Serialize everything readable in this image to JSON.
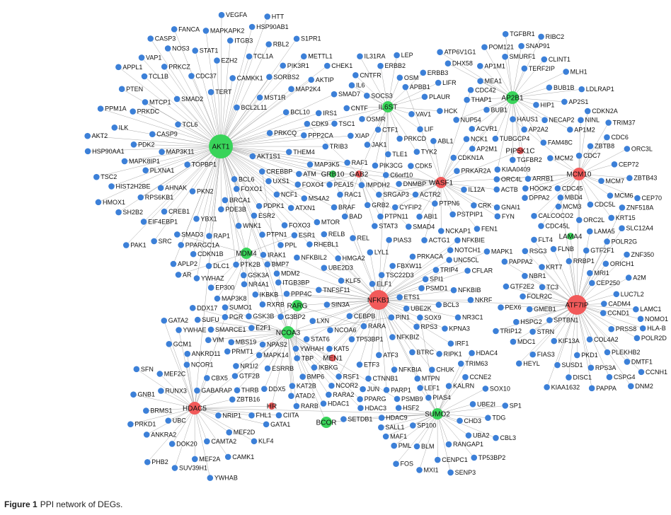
{
  "colors": {
    "gene": "#3c80d8",
    "hub_green": "#39d45a",
    "hub_red": "#f25a5a",
    "edge": "#8a8a8a"
  },
  "network": {
    "hubs": [
      {
        "label": "AKT1",
        "color": "hub_green",
        "size": "large",
        "neighbors": [
          "AKT1S1",
          "TOPBP1",
          "BCL2L11",
          "FOXO1",
          "TCL6",
          "PRKCQ",
          "PKN2",
          "TERT",
          "UXS1",
          "MAP3K11",
          "MST1R",
          "PDE3B",
          "SMAD2",
          "THEM4",
          "AHNAK",
          "CAMKK1",
          "PDPK1",
          "CASP9",
          "BCL10",
          "YBX1",
          "CDC37",
          "FOXO4",
          "PLXNA1",
          "SORBS2",
          "WNK1",
          "MTCP1",
          "PPP2CA",
          "CREB1",
          "EZH2",
          "ATXN1",
          "PDK2",
          "MAP2K4",
          "RAP1",
          "PRKCZ",
          "MAP3K5",
          "RPS6KB1",
          "TCL1A",
          "PTPN1",
          "PRKDC",
          "IRS1",
          "PPARGC1A",
          "STAT1",
          "MS4A2",
          "MAPK8IP1",
          "PIK3R1",
          "PTK2B",
          "TCL1B",
          "TRIB3",
          "EIF4EBP1",
          "ITGB3",
          "FOXO3",
          "ILK",
          "AKTIP",
          "CDKN1B",
          "NOS3",
          "PEA15",
          "HIST2H2BE",
          "RBL2",
          "IRAK1",
          "PTEN",
          "TSC1",
          "SRC",
          "MAPKAPK2",
          "MTOR",
          "HSP90AA1",
          "METTL1",
          "DLC1",
          "VAP1",
          "RAF1",
          "SH2B2",
          "HSP90AB1",
          "PPL",
          "PPM1A",
          "SMAD7",
          "APLP2",
          "FANCA",
          "BRAF",
          "TSC2",
          "S1PR1",
          "GSK3A",
          "APPL1",
          "XIAP",
          "PAK1",
          "VEGFA",
          "RHEBL1",
          "AKT2",
          "CHEK1",
          "YWHAZ",
          "CASP3",
          "IMPDH2",
          "HMOX1",
          "HTT",
          "MDM2"
        ]
      },
      {
        "label": "IL6ST",
        "color": "hub_green",
        "size": "medium",
        "neighbors": [
          "VAV1",
          "OSMR",
          "OSM",
          "PRKCD",
          "IL6",
          "PLAUR",
          "JAK1",
          "ERBB2",
          "LIF",
          "CNTF",
          "ERBB3",
          "TLE1",
          "CNTFR",
          "HCK",
          "CTF1",
          "LEP",
          "TYK2",
          "SOCS3",
          "LIFR",
          "PIK3CG",
          "IL31RA"
        ]
      },
      {
        "label": "AP2B1",
        "color": "hub_green",
        "size": "medium",
        "neighbors": [
          "HIP1",
          "BUB1",
          "TERF2IP",
          "AP2A2",
          "MEA1",
          "BUB1B",
          "TUBGCP4",
          "SMURF1",
          "NECAP2",
          "THAP1",
          "CLINT1",
          "TGFBR2",
          "AP1M1",
          "AP2S1",
          "ACVR1",
          "SNAP91",
          "FAM48C",
          "DHX58",
          "MLH1",
          "KIAA0409",
          "POM121",
          "AP1M2",
          "NUP54",
          "RIBC2",
          "ARRB1",
          "ATP6V1G1",
          "LDLRAP1",
          "AP2M1",
          "TGFBR1"
        ]
      },
      {
        "label": "MCM10",
        "color": "hub_red",
        "size": "medium",
        "neighbors": [
          "MCM7",
          "CDC45",
          "ZBTB8",
          "CDC5L",
          "MCM2",
          "CEP72",
          "MCM3",
          "NINL",
          "MCM6",
          "HOOK2",
          "CDC6",
          "ORC2L",
          "CDC7",
          "ZBTB43",
          "CALCOCO2",
          "CDKN2A",
          "KRT15",
          "ORC4L",
          "ORC3L",
          "CDC45L",
          "HAUS1",
          "CEP70",
          "DPPA2",
          "TRIM37"
        ]
      },
      {
        "label": "WASF1",
        "color": "hub_red",
        "size": "medium",
        "neighbors": [
          "IL12A",
          "ACTR2",
          "CDKN1A",
          "PSTPIP1",
          "CDK5",
          "PRKAR2A",
          "ABI1",
          "ABL1",
          "CRK",
          "DNMBP",
          "NCK1",
          "NCKAP1",
          "C6orf10",
          "GNAI1",
          "CYFIP2",
          "CDC42",
          "FEN1",
          "SRGAP3",
          "ACTB",
          "ACTG1",
          "APBB1",
          "FYN"
        ]
      },
      {
        "label": "PIP5K1C",
        "color": "hub_red",
        "size": "small",
        "neighbors": []
      },
      {
        "label": "GAB2",
        "color": "hub_red",
        "size": "small",
        "neighbors": [
          "GRB2",
          "RAC1",
          "PTPN11",
          "STAT3",
          "ATM",
          "PTPN6",
          "BAD",
          "CDK9",
          "SMAD4",
          "NCF1"
        ]
      },
      {
        "label": "GRB10",
        "color": "hub_green",
        "size": "small",
        "neighbors": []
      },
      {
        "label": "NFKB1",
        "color": "hub_red",
        "size": "large",
        "neighbors": [
          "UBE2K",
          "CEBPB",
          "FBXW11",
          "NFKBIZ",
          "KLF5",
          "PSMD1",
          "TP53BP1",
          "LYL1",
          "RPS3",
          "SIN3A",
          "PRKACA",
          "ATF3",
          "HMGA2",
          "BCL3",
          "NCOA6",
          "PIAS3",
          "BTRC",
          "TNFSF11",
          "TRIP4",
          "ETF3",
          "REL",
          "KPNA3",
          "LXN",
          "NOTCH1",
          "NFKBIA",
          "UBE2D3",
          "NFKBIB",
          "KAT5",
          "TSC22D3",
          "RIPK1",
          "PPP4C",
          "UNC5CL",
          "CTNNB1",
          "RELB",
          "NR3C1",
          "STAT6",
          "NFKBIE",
          "MTPN",
          "NFKBIL2",
          "CFLAR",
          "RSF1",
          "ELF1",
          "IRF1",
          "G3BP2",
          "SPI1",
          "PARP1",
          "ITGB3BP",
          "NKRF",
          "IKBKG",
          "ETS1",
          "CHUK",
          "IKBKB",
          "MAPK1"
        ]
      },
      {
        "label": "ATF7IP",
        "color": "hub_red",
        "size": "large",
        "neighbors": [
          "CCND1",
          "SPTBN1",
          "MRI1",
          "COL4A2",
          "TC3",
          "LUC7L2",
          "KIF13A",
          "RRBP1",
          "PRSS8",
          "GMEB1",
          "ORICH1",
          "PKD1",
          "KRT7",
          "LAMC1",
          "STRN",
          "GTF2F1",
          "PLEKHB2",
          "FOLR2C",
          "A2M",
          "SUSD1",
          "FLNB",
          "POLR2D",
          "HSPG2",
          "POLR2G",
          "RPS3A",
          "NBR1",
          "NOMO1",
          "FIAS3",
          "LAMA5",
          "DMTF1",
          "PEX6",
          "ZNF350",
          "DISC1",
          "FLT4",
          "HLA-B",
          "MDC1",
          "SLC12A4",
          "CSPG4",
          "GTF2E2",
          "CADM4",
          "KIAA1632",
          "RSG3",
          "CCNH1",
          "TRIP12",
          "ZNF518A",
          "PAPPA",
          "PAPPA2",
          "CEP250",
          "HEYL",
          "MBD4",
          "DNM2"
        ]
      },
      {
        "label": "LAMA4",
        "color": "hub_green",
        "size": "small",
        "neighbors": []
      },
      {
        "label": "MDM4",
        "color": "hub_green",
        "size": "medium",
        "neighbors": [
          "NR4A1",
          "EP300",
          "ESR2",
          "RXRB",
          "SMAD3",
          "ESR1",
          "MAP3K8",
          "BRCA1",
          "GSK3B",
          "AR"
        ]
      },
      {
        "label": "RARG",
        "color": "hub_green",
        "size": "medium",
        "neighbors": [
          "YWHAH",
          "E2F1",
          "RARA"
        ]
      },
      {
        "label": "NCOA3",
        "color": "hub_green",
        "size": "medium",
        "neighbors": [
          "TBP",
          "NPAS2",
          "MAPK14",
          "BMP6",
          "SUMO1",
          "NCOR2",
          "ESRRB",
          "BMP7",
          "RARA2",
          "MBS19",
          "PIN1",
          "KAT2B",
          "PGR",
          "PPARG",
          "NR1I2",
          "SMARCE1",
          "HDAC1",
          "PRMT1",
          "ATAD2",
          "DDX5",
          "DDX17",
          "HDAC3",
          "GTF2B",
          "CREBBP",
          "RARB",
          "SUFU",
          "PSMB9",
          "THRB",
          "BCL6",
          "JUN",
          "VIM"
        ]
      },
      {
        "label": "MEN1",
        "color": "hub_red",
        "size": "small",
        "neighbors": []
      },
      {
        "label": "HR",
        "color": "hub_red",
        "size": "small",
        "neighbors": []
      },
      {
        "label": "BCOR",
        "color": "hub_green",
        "size": "medium",
        "neighbors": []
      },
      {
        "label": "SUMO2",
        "color": "hub_green",
        "size": "medium",
        "neighbors": [
          "CHD3",
          "SP100",
          "KALRN",
          "RANGAP1",
          "HSF2",
          "UBE2I",
          "BLM",
          "LEF1",
          "UBA2",
          "HDAC9",
          "CCNE2",
          "CENPC1",
          "PIAS4",
          "TDG",
          "PML",
          "TRIM63",
          "TP53BP2",
          "SALL1",
          "SOX10",
          "MXI1",
          "SOX9",
          "CBL3",
          "MAF1",
          "HDAC4",
          "SENP3",
          "SETDB1",
          "SP1",
          "FOS"
        ]
      },
      {
        "label": "HDAC5",
        "color": "hub_red",
        "size": "medium",
        "neighbors": [
          "NRIP1",
          "UBC",
          "CBX5",
          "CAMTA2",
          "RUNX3",
          "ZBTB16",
          "DOK20",
          "NCOR1",
          "MEF2D",
          "BRMS1",
          "GABARAP",
          "MEF2A",
          "MEF2C",
          "FHL1",
          "ANKRA2",
          "ANKRD11",
          "CAMK1",
          "GNB1",
          "CIITA",
          "SUV39H1",
          "GCM1",
          "KLF4",
          "PRKD1",
          "YWHAE",
          "YWHAB",
          "SFN",
          "GATA1",
          "PHB2",
          "GATA2"
        ]
      }
    ],
    "links": [
      [
        "AKT1",
        "NFKB1"
      ],
      [
        "AKT1",
        "GRB10"
      ],
      [
        "AKT1",
        "IL6ST"
      ],
      [
        "AKT1",
        "MDM4"
      ],
      [
        "AKT1",
        "HDAC5"
      ],
      [
        "AKT1",
        "WASF1"
      ],
      [
        "IL6ST",
        "GAB2"
      ],
      [
        "GRB10",
        "GAB2"
      ],
      [
        "GAB2",
        "WASF1"
      ],
      [
        "WASF1",
        "MCM10"
      ],
      [
        "AP2B1",
        "PIP5K1C"
      ],
      [
        "PIP5K1C",
        "WASF1"
      ],
      [
        "NFKB1",
        "NCOA3"
      ],
      [
        "NFKB1",
        "ATF7IP"
      ],
      [
        "NFKB1",
        "SUMO2"
      ],
      [
        "NFKB1",
        "GRB10"
      ],
      [
        "NFKB1",
        "MDM4"
      ],
      [
        "NCOA3",
        "HDAC5"
      ],
      [
        "RARG",
        "NCOA3"
      ],
      [
        "MEN1",
        "NCOA3"
      ],
      [
        "HR",
        "NCOA3"
      ],
      [
        "BCOR",
        "NCOA3"
      ],
      [
        "ATF7IP",
        "LAMA4"
      ],
      [
        "MCM10",
        "ATF7IP"
      ],
      [
        "HDAC5",
        "SUMO2"
      ],
      [
        "NCOA3",
        "MDM4"
      ],
      [
        "MDM4",
        "HDAC5"
      ],
      [
        "RARG",
        "NFKB1"
      ],
      [
        "MEN1",
        "NFKB1"
      ],
      [
        "HR",
        "HDAC5"
      ],
      [
        "BCOR",
        "SUMO2"
      ],
      [
        "IL6ST",
        "NFKB1"
      ],
      [
        "AP2B1",
        "WASF1"
      ]
    ]
  },
  "caption": {
    "label": "Figure 1",
    "text": "PPI network of DEGs."
  }
}
